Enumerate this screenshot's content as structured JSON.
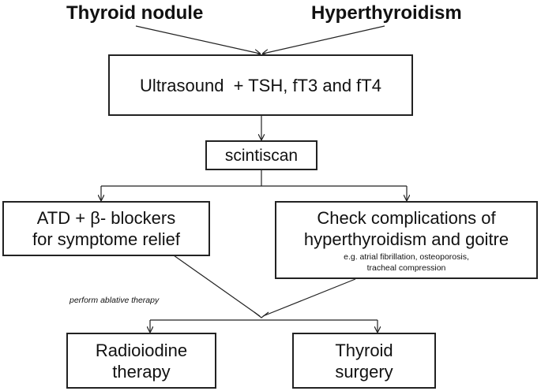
{
  "inputs": {
    "left": "Thyroid nodule",
    "right": "Hyperthyroidism"
  },
  "boxes": {
    "ultrasound": "Ultrasound  + TSH, fT3 and fT4",
    "scintiscan": "scintiscan",
    "atd_line1": "ATD + β- blockers",
    "atd_line2": "for symptome relief",
    "check_line1": "Check complications of",
    "check_line2": "hyperthyroidism and goitre",
    "check_example_line1": "e.g. atrial fibrillation, osteoporosis,",
    "check_example_line2": "tracheal compression",
    "radio_line1": "Radioiodine",
    "radio_line2": "therapy",
    "surgery_line1": "Thyroid",
    "surgery_line2": "surgery"
  },
  "annotation": "perform ablative therapy"
}
